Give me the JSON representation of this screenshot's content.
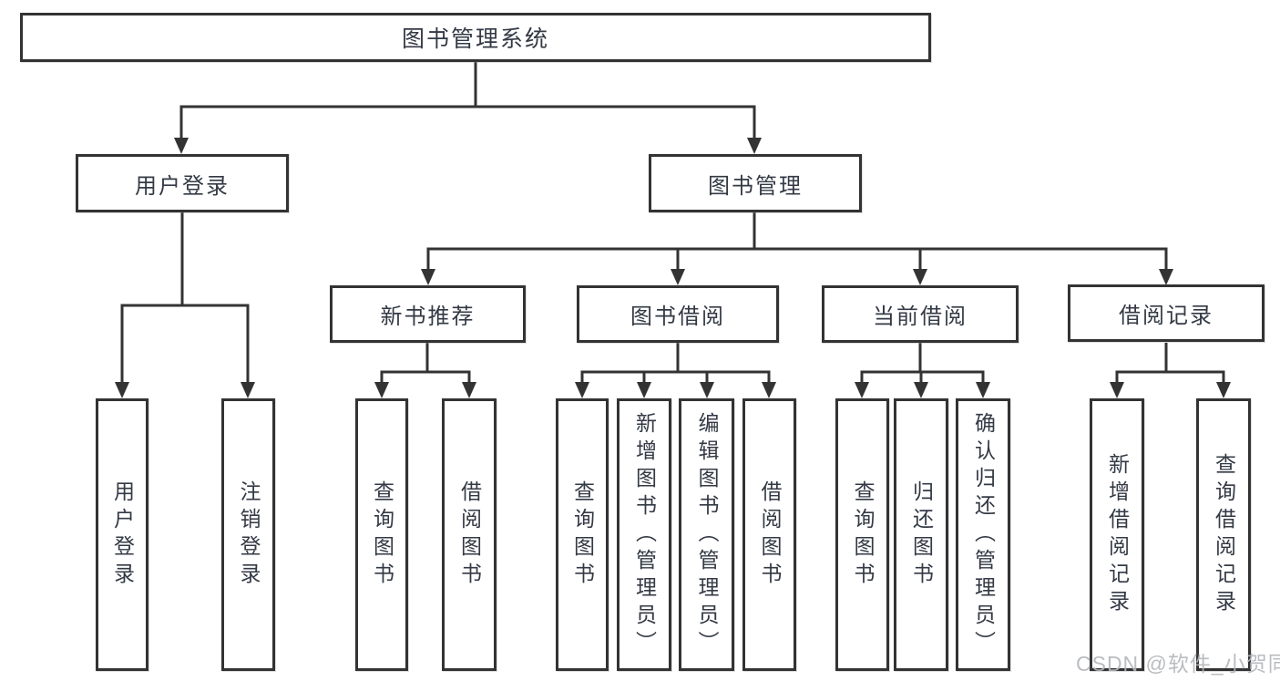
{
  "diagram": {
    "root": {
      "label": "图书管理系统"
    },
    "level2": [
      {
        "id": "user-login",
        "label": "用户登录"
      },
      {
        "id": "book-management",
        "label": "图书管理"
      }
    ],
    "level3": [
      {
        "id": "new-book-recommend",
        "label": "新书推荐"
      },
      {
        "id": "book-borrow",
        "label": "图书借阅"
      },
      {
        "id": "current-borrow",
        "label": "当前借阅"
      },
      {
        "id": "borrow-records",
        "label": "借阅记录"
      }
    ],
    "leaves": {
      "user_login": [
        "用户登录",
        "注销登录"
      ],
      "new_book_recommend": [
        "查询图书",
        "借阅图书"
      ],
      "book_borrow": [
        "查询图书",
        "新增图书（管理员）",
        "编辑图书（管理员）",
        "借阅图书"
      ],
      "current_borrow": [
        "查询图书",
        "归还图书",
        "确认归还（管理员）"
      ],
      "borrow_records": [
        "新增借阅记录",
        "查询借阅记录"
      ]
    }
  },
  "watermark": {
    "text": "CSDN @软件_小贺同学"
  },
  "colors": {
    "line": "#333333",
    "text": "#333a45",
    "background": "#ffffff",
    "watermark": "#b3b6ba"
  }
}
